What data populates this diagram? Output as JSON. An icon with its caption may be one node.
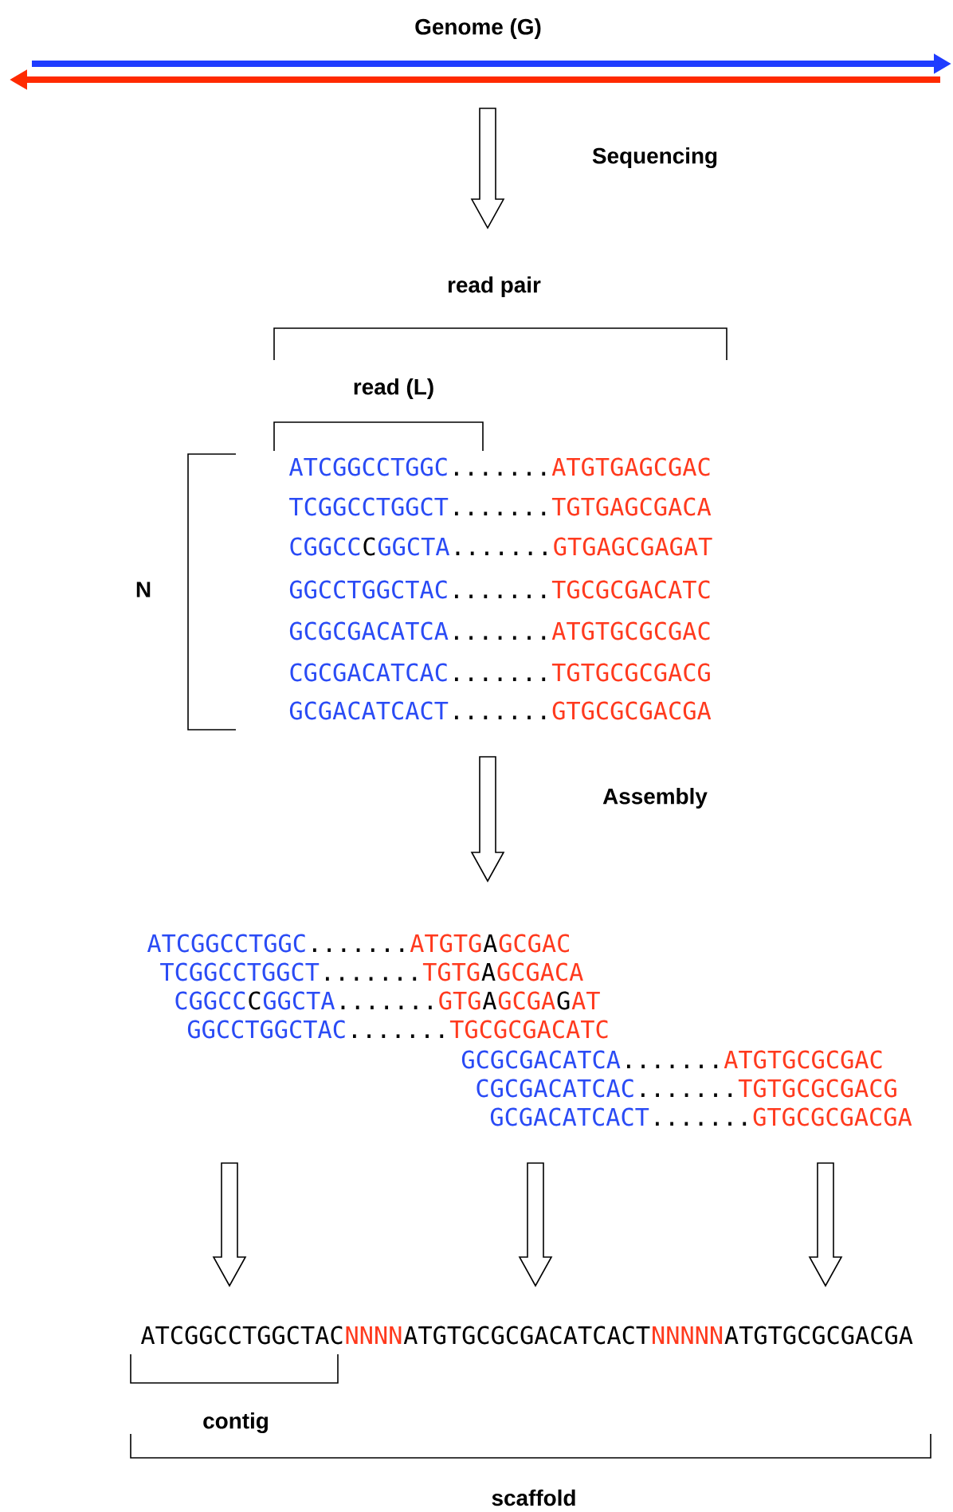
{
  "diagram": {
    "labels": [
      "Genome (G)",
      "Sequencing",
      "read pair",
      "read (L)",
      "N",
      "ATCGGCCTGGC",
      ".......",
      "ATGTGAGCGAC",
      "TCGGCCTGGCT",
      ".......",
      "TGTGAGCGACA",
      "CGGCC",
      "C",
      "GGCTA",
      ".......",
      "GTGAGCGAGAT",
      "GGCCTGGCTAC",
      ".......",
      "TGCGCGACATC",
      "GCGCGACATCA",
      ".......",
      "ATGTGCGCGAC",
      "CGCGACATCAC",
      ".......",
      "TGTGCGCGACG",
      "GCGACATCACT",
      ".......",
      "GTGCGCGACGA",
      "Assembly",
      "ATCGGCCTGGC",
      ".......",
      "ATGTG",
      "A",
      "GCGAC",
      "TCGGCCTGGCT",
      ".......",
      "TGTG",
      "A",
      "GCGACA",
      "CGGCC",
      "C",
      "GGCTA",
      ".......",
      "GTG",
      "A",
      "GCGA",
      "G",
      "AT",
      "GGCCTGGCTAC",
      ".......",
      "TGCGCGACATC",
      "GCGCGACATCA",
      ".......",
      "ATGTGCGCGAC",
      "CGCGACATCAC",
      ".......",
      "TGTGCGCGACG",
      "GCGACATCACT",
      ".......",
      "GTGCGCGACGA",
      "ATCGGCCTGGCTAC",
      "NNNN",
      "ATGTGCGCGACATCACT",
      "NNNNN",
      "ATGTGCGCGACGA",
      "contig",
      "scaffold"
    ]
  }
}
